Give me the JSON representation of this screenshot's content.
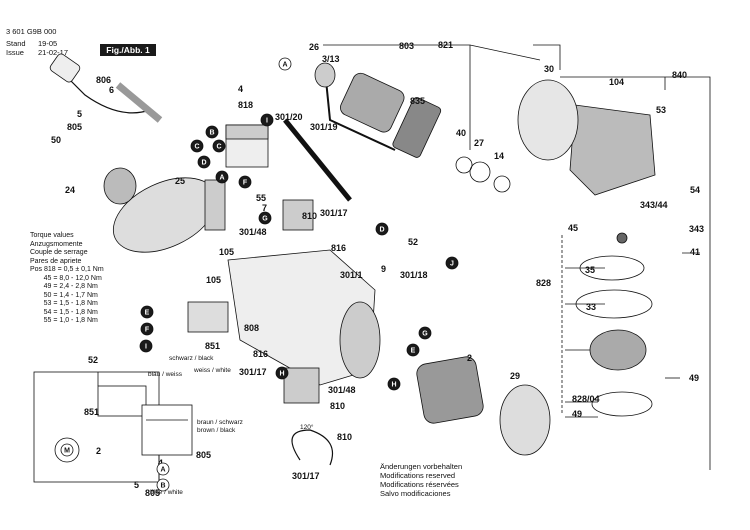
{
  "header": {
    "doc_number": "3 601 G9B 000",
    "stand_label": "Stand",
    "issue_label": "Issue",
    "stand_date": "19-05",
    "issue_date": "21-02-17",
    "figure_badge": "Fig./Abb. 1"
  },
  "torque": {
    "lines": [
      "Torque values",
      "Anzugsmomente",
      "Couple de serrage",
      "Pares de apriete",
      "Pos 818 = 0,5 ± 0,1 Nm",
      "       45 = 8,0 - 12,0 Nm",
      "       49 = 2,4 - 2,8 Nm",
      "       50 = 1,4 - 1,7 Nm",
      "       53 = 1,5 - 1,8 Nm",
      "       54 = 1,5 - 1,8 Nm",
      "       55 = 1,0 - 1,8 Nm"
    ]
  },
  "footer": {
    "lines": [
      "Änderungen vorbehalten",
      "Modifications reserved",
      "Modifications réservées",
      "Salvo modificaciones"
    ]
  },
  "wiring": {
    "black": "schwarz / black",
    "white": "weiss / white",
    "blue": "blau / weiss",
    "brown_de": "braun / schwarz",
    "brown_en": "brown / black",
    "blue_white": "blue / white",
    "angle": "120°"
  },
  "part_numbers": [
    "26",
    "3/13",
    "803",
    "821",
    "30",
    "104",
    "840",
    "806",
    "6",
    "5",
    "805",
    "4",
    "818",
    "301/20",
    "301/19",
    "835",
    "40",
    "27",
    "14",
    "53",
    "50",
    "24",
    "25",
    "55",
    "7",
    "301/17",
    "301/48",
    "810",
    "816",
    "52",
    "105",
    "105",
    "9",
    "301/1",
    "301/18",
    "343/44",
    "54",
    "45",
    "343",
    "828",
    "35",
    "41",
    "33",
    "851",
    "808",
    "816",
    "301/17",
    "301/48",
    "810",
    "2",
    "29",
    "828/04",
    "49",
    "49",
    "810",
    "301/17",
    "52",
    "851",
    "4",
    "5",
    "805",
    "805",
    "2"
  ],
  "callouts": {
    "A": "A",
    "B": "B",
    "C": "C",
    "D": "D",
    "E": "E",
    "F": "F",
    "G": "G",
    "H": "H",
    "I": "I",
    "J": "J",
    "M": "M"
  },
  "colors": {
    "ink": "#111111",
    "badge_bg": "#1a1a1a",
    "part_shade": "#bbbbbb"
  }
}
